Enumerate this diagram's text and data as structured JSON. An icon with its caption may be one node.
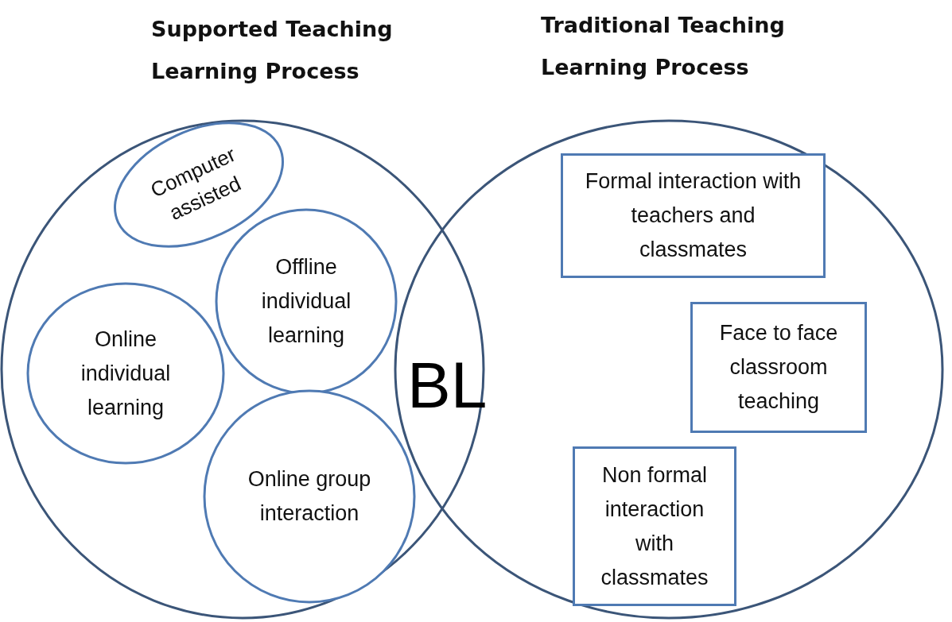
{
  "diagram": {
    "nodes": [
      {
        "text": [
          "Supported Teaching Learning Process"
        ]
      },
      {
        "text": [
          "Traditional Teaching Learning Process"
        ]
      },
      {
        "text": [
          "Computer assisted"
        ],
        "in": 0
      },
      {
        "text": [
          "Offline individual learning"
        ],
        "in": 0
      },
      {
        "text": [
          "Online individual learning"
        ],
        "in": 0
      },
      {
        "text": [
          "Online group interaction"
        ],
        "in": 0
      },
      {
        "text": [
          "Formal interaction with teachers and classmates"
        ],
        "in": 1
      },
      {
        "text": [
          "Face to face classroom teaching"
        ],
        "in": 1
      },
      {
        "text": [
          "Non formal interaction with classmates"
        ],
        "in": 1
      }
    ],
    "edges": [],
    "labels": [
      "BL"
    ]
  }
}
